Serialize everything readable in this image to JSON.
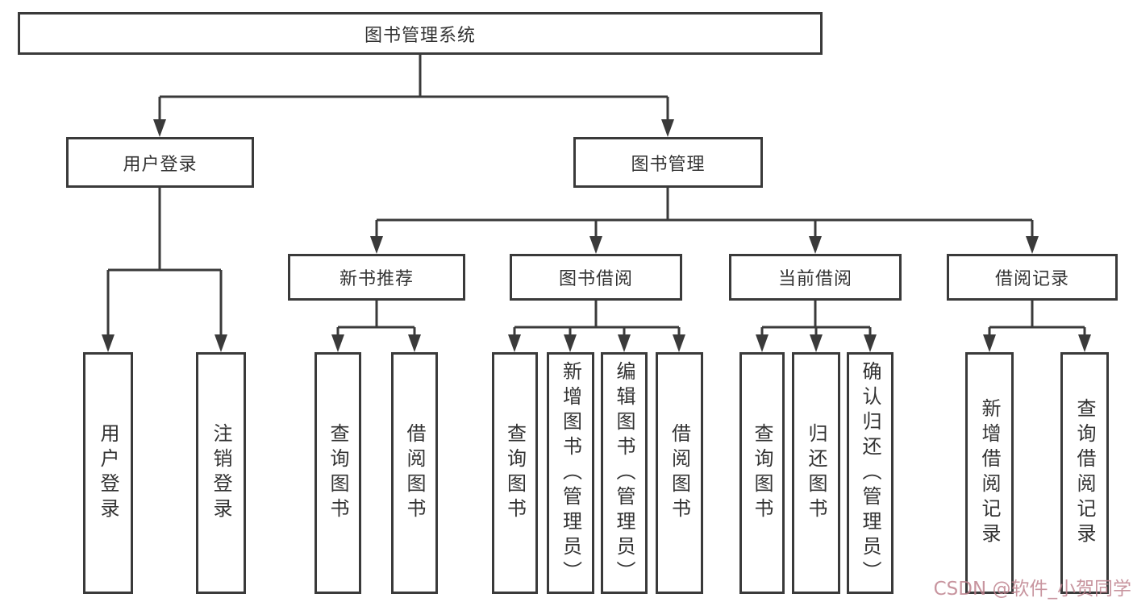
{
  "diagram": {
    "title": "图书管理系统",
    "tree": {
      "label": "图书管理系统",
      "children": [
        {
          "label": "用户登录",
          "children": [
            {
              "label": "用户登录"
            },
            {
              "label": "注销登录"
            }
          ]
        },
        {
          "label": "图书管理",
          "children": [
            {
              "label": "新书推荐",
              "children": [
                {
                  "label": "查询图书"
                },
                {
                  "label": "借阅图书"
                }
              ]
            },
            {
              "label": "图书借阅",
              "children": [
                {
                  "label": "查询图书"
                },
                {
                  "label": "新增图书（管理员）"
                },
                {
                  "label": "编辑图书（管理员）"
                },
                {
                  "label": "借阅图书"
                }
              ]
            },
            {
              "label": "当前借阅",
              "children": [
                {
                  "label": "查询图书"
                },
                {
                  "label": "归还图书"
                },
                {
                  "label": "确认归还（管理员）"
                }
              ]
            },
            {
              "label": "借阅记录",
              "children": [
                {
                  "label": "新增借阅记录"
                },
                {
                  "label": "查询借阅记录"
                }
              ]
            }
          ]
        }
      ]
    },
    "line_color": "#3a3a3a",
    "box_background": "#ffffff",
    "text_color": "#333333"
  },
  "watermark": {
    "text": "CSDN @软件_小贺同学",
    "color": "#be828e"
  }
}
